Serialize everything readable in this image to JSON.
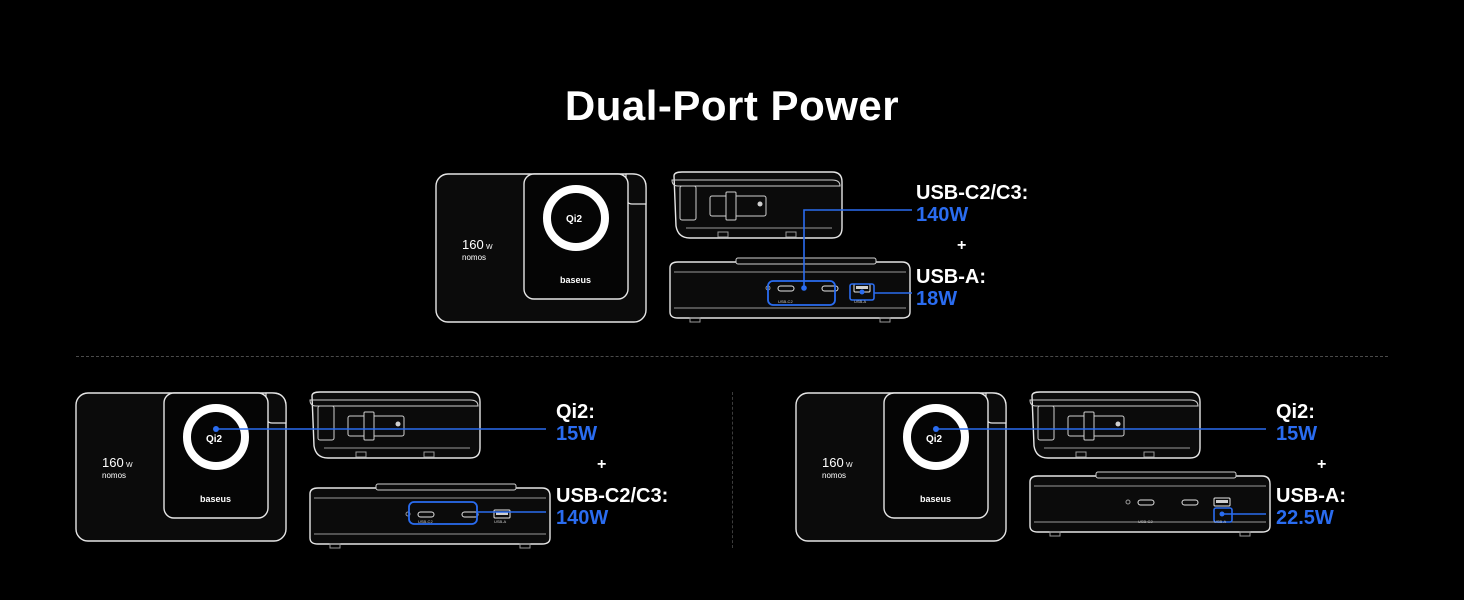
{
  "title": "Dual-Port Power",
  "colors": {
    "accent": "#2a6cf0",
    "outline": "#ffffff",
    "background": "#000000"
  },
  "product": {
    "brand": "baseus",
    "model": "nomos",
    "power": "160",
    "power_unit": "W",
    "qi_badge": "Qi2",
    "port_c_label": "USB-C2",
    "port_a_label": "USB-A"
  },
  "panels": [
    {
      "port1": "USB-C2/C3:",
      "watt1": "140W",
      "plus": "+",
      "port2": "USB-A:",
      "watt2": "18W"
    },
    {
      "port1": "Qi2:",
      "watt1": "15W",
      "plus": "+",
      "port2": "USB-C2/C3:",
      "watt2": "140W"
    },
    {
      "port1": "Qi2:",
      "watt1": "15W",
      "plus": "+",
      "port2": "USB-A:",
      "watt2": "22.5W"
    }
  ]
}
